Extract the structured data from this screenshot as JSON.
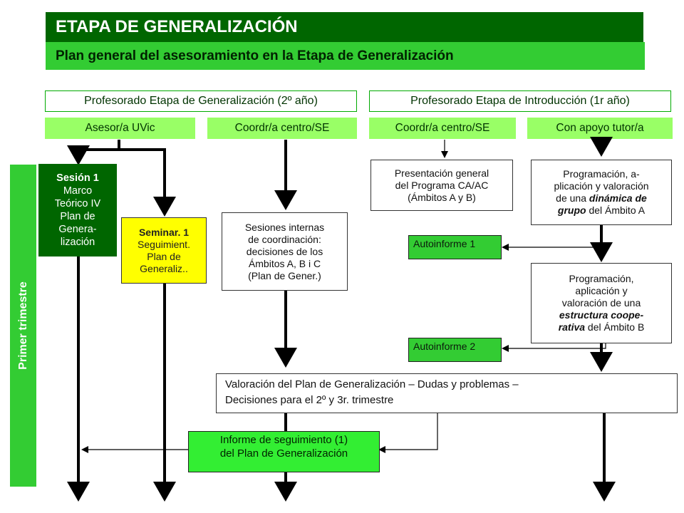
{
  "header": {
    "title": "ETAPA DE GENERALIZACIÓN",
    "subtitle": "Plan general del asesoramiento en la Etapa de Generalización"
  },
  "columns": {
    "gen_group": "Profesorado Etapa de Generalización (2º año)",
    "intro_group": "Profesorado Etapa de Introducción (1r año)",
    "asesor": "Asesor/a UVic",
    "coord_gen": "Coordr/a centro/SE",
    "coord_intro": "Coordr/a centro/SE",
    "tutor": "Con apoyo tutor/a"
  },
  "side_label": "Primer trimestre",
  "boxes": {
    "sesion1": {
      "title": "Sesión 1",
      "lines": [
        "Marco",
        "Teórico IV",
        "Plan de",
        "Genera-",
        "lización"
      ]
    },
    "seminar1": {
      "title": "Seminar. 1",
      "lines": [
        "Seguimient.",
        "Plan de",
        "Generaliz.."
      ]
    },
    "sesiones_internas": {
      "lines": [
        "Sesiones internas",
        "de coordinación:",
        "decisiones de los",
        "Ámbitos A, B i C",
        "(Plan de Gener.)"
      ]
    },
    "presentacion": {
      "lines": [
        "Presentación general",
        "del Programa CA/AC",
        "(Ámbitos A y B)"
      ]
    },
    "programacion_a": {
      "line1": "Programación, a-",
      "line2": "plicación y valoración",
      "line3_pre": "de una ",
      "line3_em": "dinámica de",
      "line4_em": "grupo",
      "line4_post": " del Ámbito A"
    },
    "programacion_b": {
      "line1": "Programación,",
      "line2": "aplicación y",
      "line3": "valoración de una",
      "line4_em": "estructura coope-",
      "line5_em": "rativa",
      "line5_post": " del Ámbito B"
    },
    "autoinforme1": "Autoinforme 1",
    "autoinforme2": "Autoinforme 2",
    "valoracion": {
      "line1": "Valoración del Plan de Generalización – Dudas y problemas –",
      "line2": "Decisiones para el 2º y 3r. trimestre"
    },
    "informe": {
      "line1": "Informe de seguimiento (1)",
      "line2": "del Plan de Generalización"
    }
  },
  "colors": {
    "dark_green": "#006600",
    "medium_green": "#33cc33",
    "light_green": "#99ff66",
    "yellow": "#ffff00"
  }
}
